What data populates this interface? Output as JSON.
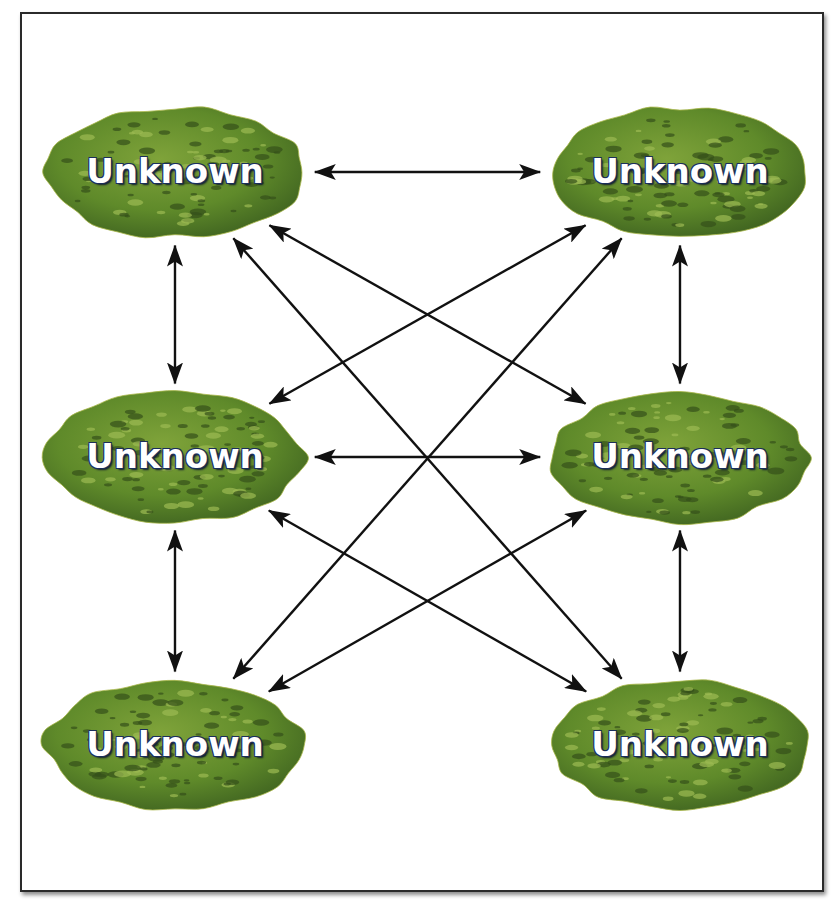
{
  "diagram": {
    "nodes": [
      {
        "text": [
          "Unknown"
        ]
      },
      {
        "text": [
          "Unknown"
        ]
      },
      {
        "text": [
          "Unknown"
        ]
      },
      {
        "text": [
          "Unknown"
        ]
      },
      {
        "text": [
          "Unknown"
        ]
      },
      {
        "text": [
          "Unknown"
        ]
      }
    ],
    "edges": [
      {
        "from": 0,
        "to": 1,
        "arrow": "both"
      },
      {
        "from": 0,
        "to": 2,
        "arrow": "both"
      },
      {
        "from": 2,
        "to": 4,
        "arrow": "both"
      },
      {
        "from": 1,
        "to": 3,
        "arrow": "both"
      },
      {
        "from": 3,
        "to": 5,
        "arrow": "both"
      },
      {
        "from": 2,
        "to": 3,
        "arrow": "both"
      },
      {
        "from": 0,
        "to": 3,
        "arrow": "both"
      },
      {
        "from": 1,
        "to": 2,
        "arrow": "both"
      },
      {
        "from": 0,
        "to": 5,
        "arrow": "both"
      },
      {
        "from": 1,
        "to": 4,
        "arrow": "both"
      },
      {
        "from": 2,
        "to": 5,
        "arrow": "both"
      },
      {
        "from": 3,
        "to": 4,
        "arrow": "both"
      }
    ]
  }
}
